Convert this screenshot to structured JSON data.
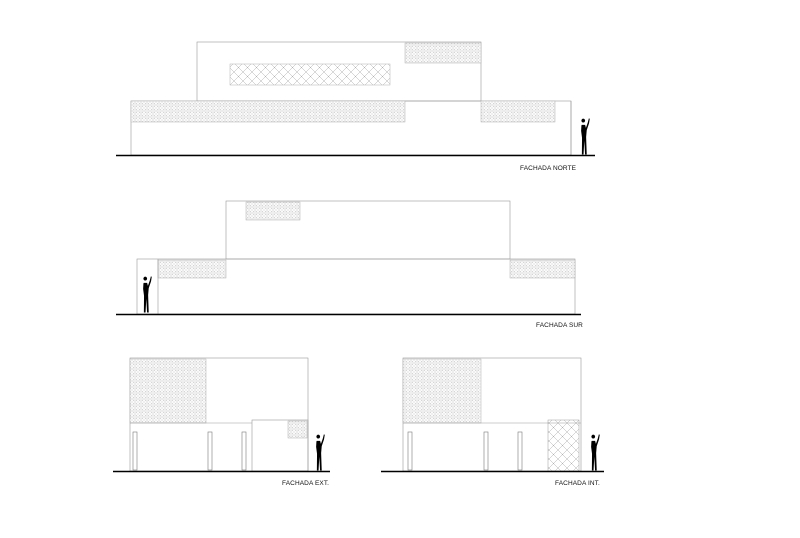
{
  "sheet": {
    "labels": {
      "north": "FACHADA NORTE",
      "south": "FACHADA SUR",
      "ext": "FACHADA EXT.",
      "int": "FACHADA INT."
    }
  },
  "colors": {
    "ground": "#000000",
    "wall": "#9a9a9a",
    "lattice": "#a8a8a8",
    "figure": "#000000"
  }
}
